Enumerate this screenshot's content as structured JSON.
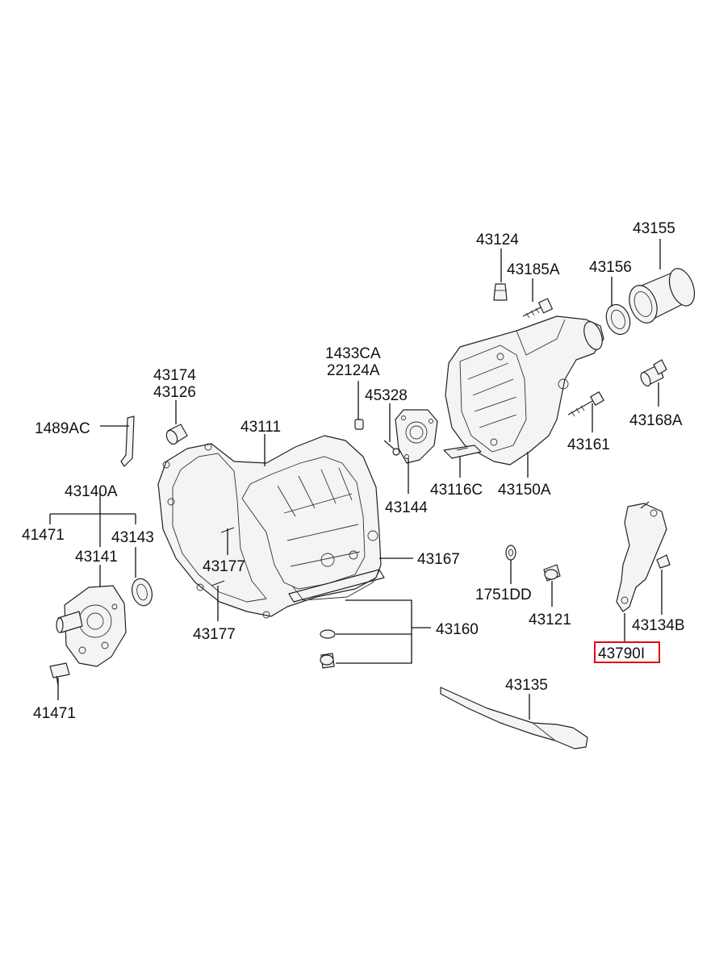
{
  "highlight_color": "#e30613",
  "labels": {
    "p43124": "43124",
    "p43155": "43155",
    "p43185A": "43185A",
    "p43156": "43156",
    "p1433CA": "1433CA",
    "p22124A": "22124A",
    "p43174": "43174",
    "p43126": "43126",
    "p45328": "45328",
    "p43168A": "43168A",
    "p1489AC": "1489AC",
    "p43111": "43111",
    "p43161": "43161",
    "p43140A": "43140A",
    "p43116C": "43116C",
    "p43150A": "43150A",
    "p43144": "43144",
    "p41471a": "41471",
    "p43143": "43143",
    "p43141": "43141",
    "p43177a": "43177",
    "p43167": "43167",
    "p1751DD": "1751DD",
    "p43121": "43121",
    "p43134B": "43134B",
    "p43160": "43160",
    "p43177b": "43177",
    "p43790I": "43790I",
    "p43135": "43135",
    "p41471b": "41471"
  }
}
